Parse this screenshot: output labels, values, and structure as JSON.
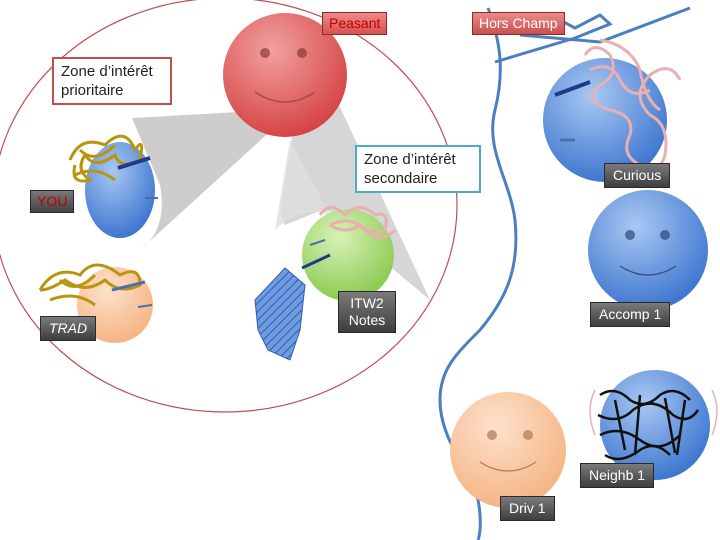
{
  "labels": {
    "peasant": "Peasant",
    "hors_champ": "Hors Champ",
    "zone_prioritaire": "Zone d’intérêt prioritaire",
    "zone_secondaire": "Zone d’intérêt secondaire",
    "curious": "Curious",
    "you": "YOU",
    "trad": "TRAD",
    "itw2_notes": "ITW2 Notes",
    "accomp1": "Accomp 1",
    "neighb1": "Neighb 1",
    "driv1": "Driv 1"
  },
  "colors": {
    "red_face": "#e06666",
    "blue_face": "#5b8fd9",
    "green_face": "#9ed36a",
    "peach_face": "#f7c29a",
    "circle_outline": "#c0504d",
    "boundary_line": "#4a7fc0",
    "cone_gray": "#c8c8c8",
    "hair_gold": "#b8960c",
    "hair_pink": "#e8b0b0"
  }
}
